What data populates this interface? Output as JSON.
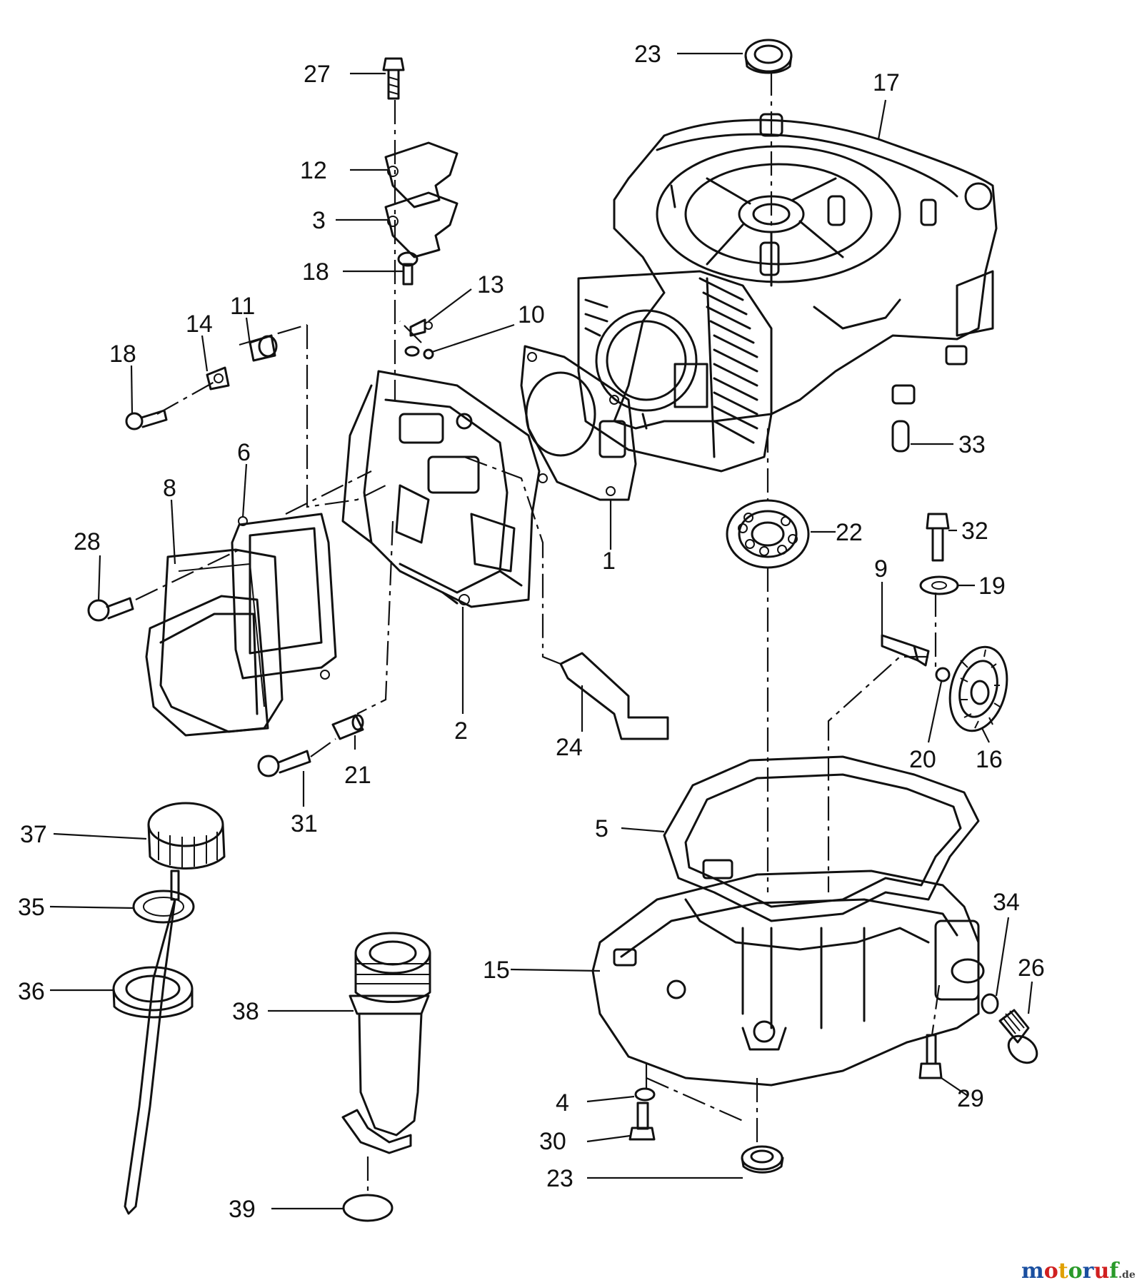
{
  "callouts": [
    {
      "id": "c27",
      "text": "27"
    },
    {
      "id": "c23a",
      "text": "23"
    },
    {
      "id": "c17",
      "text": "17"
    },
    {
      "id": "c12",
      "text": "12"
    },
    {
      "id": "c3",
      "text": "3"
    },
    {
      "id": "c18a",
      "text": "18"
    },
    {
      "id": "c13",
      "text": "13"
    },
    {
      "id": "c10",
      "text": "10"
    },
    {
      "id": "c11",
      "text": "11"
    },
    {
      "id": "c14",
      "text": "14"
    },
    {
      "id": "c18b",
      "text": "18"
    },
    {
      "id": "c33",
      "text": "33"
    },
    {
      "id": "c6",
      "text": "6"
    },
    {
      "id": "c8",
      "text": "8"
    },
    {
      "id": "c28",
      "text": "28"
    },
    {
      "id": "c1",
      "text": "1"
    },
    {
      "id": "c22",
      "text": "22"
    },
    {
      "id": "c32",
      "text": "32"
    },
    {
      "id": "c9",
      "text": "9"
    },
    {
      "id": "c19",
      "text": "19"
    },
    {
      "id": "c2",
      "text": "2"
    },
    {
      "id": "c24",
      "text": "24"
    },
    {
      "id": "c21",
      "text": "21"
    },
    {
      "id": "c31",
      "text": "31"
    },
    {
      "id": "c20",
      "text": "20"
    },
    {
      "id": "c16",
      "text": "16"
    },
    {
      "id": "c37",
      "text": "37"
    },
    {
      "id": "c5",
      "text": "5"
    },
    {
      "id": "c35",
      "text": "35"
    },
    {
      "id": "c34",
      "text": "34"
    },
    {
      "id": "c26",
      "text": "26"
    },
    {
      "id": "c15",
      "text": "15"
    },
    {
      "id": "c36",
      "text": "36"
    },
    {
      "id": "c38",
      "text": "38"
    },
    {
      "id": "c29",
      "text": "29"
    },
    {
      "id": "c4",
      "text": "4"
    },
    {
      "id": "c30",
      "text": "30"
    },
    {
      "id": "c23b",
      "text": "23"
    },
    {
      "id": "c39",
      "text": "39"
    }
  ],
  "watermark": {
    "brand": "motoruf",
    "suffix": ".de",
    "colors": [
      "#1a4fa0",
      "#d02020",
      "#e0a000",
      "#2a9a2a",
      "#1a4fa0",
      "#d02020",
      "#2a9a2a"
    ]
  }
}
